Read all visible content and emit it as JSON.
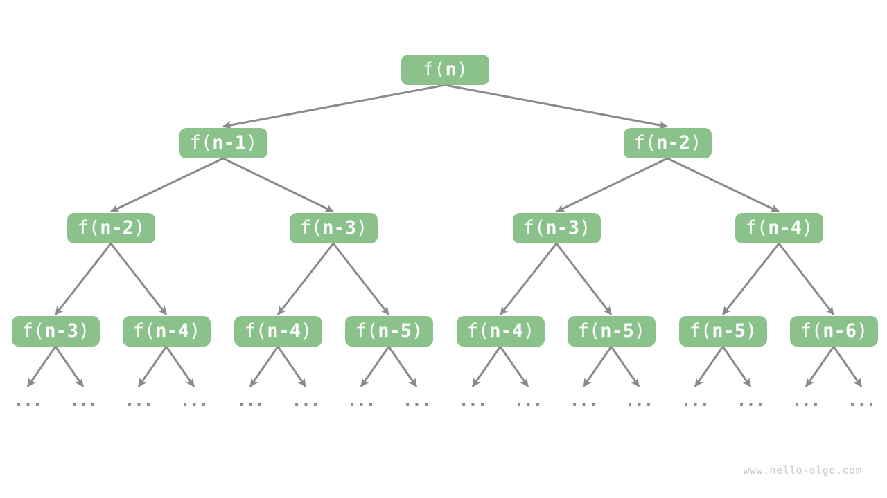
{
  "diagram": {
    "type": "recursion-tree",
    "colors": {
      "node_fill": "#8BC28B",
      "node_text": "#FFFFFF",
      "edge": "#8A8A8A",
      "ellipsis": "#8A8A8A",
      "watermark": "#C9C9C9"
    },
    "nodes": [
      {
        "level": 1,
        "prefix": "f(",
        "arg": "n",
        "suffix": ")"
      },
      {
        "level": 2,
        "prefix": "f(",
        "arg": "n-1",
        "suffix": ")"
      },
      {
        "level": 2,
        "prefix": "f(",
        "arg": "n-2",
        "suffix": ")"
      },
      {
        "level": 3,
        "prefix": "f(",
        "arg": "n-2",
        "suffix": ")"
      },
      {
        "level": 3,
        "prefix": "f(",
        "arg": "n-3",
        "suffix": ")"
      },
      {
        "level": 3,
        "prefix": "f(",
        "arg": "n-3",
        "suffix": ")"
      },
      {
        "level": 3,
        "prefix": "f(",
        "arg": "n-4",
        "suffix": ")"
      },
      {
        "level": 4,
        "prefix": "f(",
        "arg": "n-3",
        "suffix": ")"
      },
      {
        "level": 4,
        "prefix": "f(",
        "arg": "n-4",
        "suffix": ")"
      },
      {
        "level": 4,
        "prefix": "f(",
        "arg": "n-4",
        "suffix": ")"
      },
      {
        "level": 4,
        "prefix": "f(",
        "arg": "n-5",
        "suffix": ")"
      },
      {
        "level": 4,
        "prefix": "f(",
        "arg": "n-4",
        "suffix": ")"
      },
      {
        "level": 4,
        "prefix": "f(",
        "arg": "n-5",
        "suffix": ")"
      },
      {
        "level": 4,
        "prefix": "f(",
        "arg": "n-5",
        "suffix": ")"
      },
      {
        "level": 4,
        "prefix": "f(",
        "arg": "n-6",
        "suffix": ")"
      }
    ],
    "ellipsis": "...",
    "watermark": "www.hello-algo.com"
  }
}
